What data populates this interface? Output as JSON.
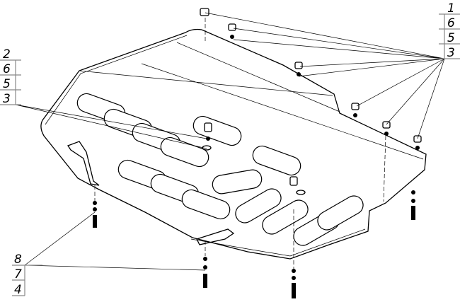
{
  "labels": {
    "top_right": [
      "1",
      "6",
      "5",
      "3"
    ],
    "left": [
      "2",
      "6",
      "5",
      "3"
    ],
    "bottom_left": [
      "8",
      "7",
      "4"
    ]
  }
}
